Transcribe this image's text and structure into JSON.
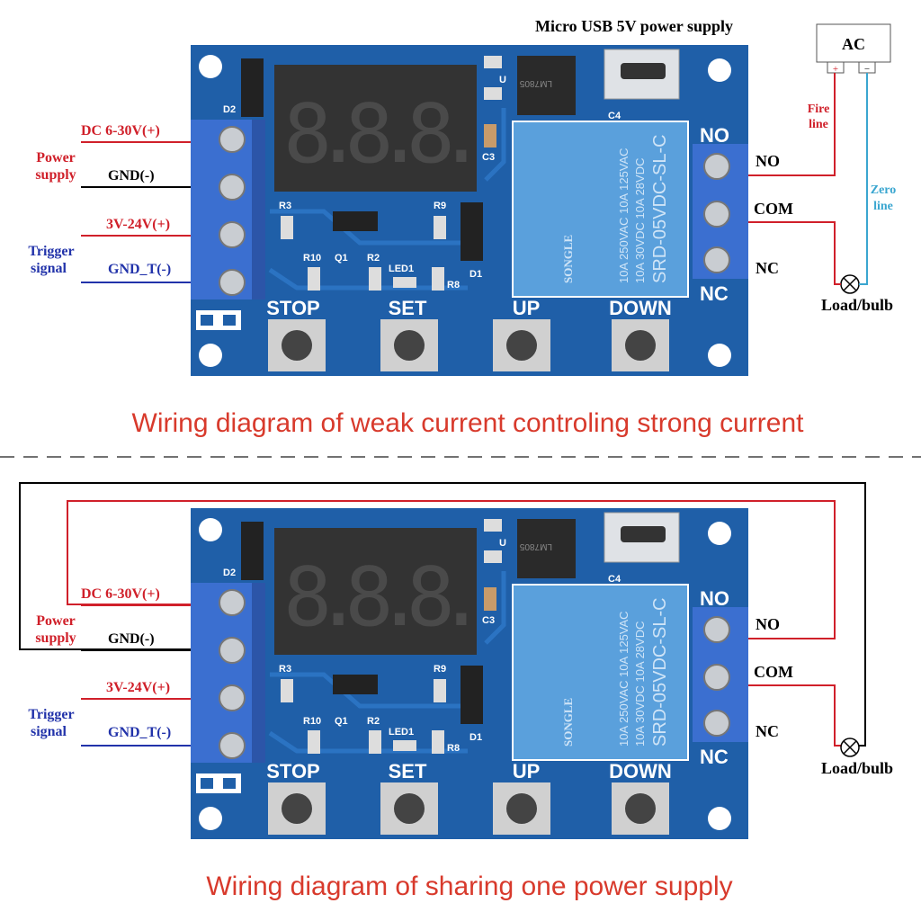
{
  "colors": {
    "red": "#d0202a",
    "blue": "#2233aa",
    "zero_line": "#3aa6d0",
    "caption": "#d83a2c",
    "board": "#1f5fa8",
    "relay": "#5aa0dc"
  },
  "top": {
    "usb_label": "Micro USB 5V power supply",
    "ac_box": "AC",
    "ac_plus": "+",
    "ac_minus": "−",
    "fire_line": [
      "Fire",
      "line"
    ],
    "zero_line": [
      "Zero",
      "line"
    ],
    "caption": "Wiring diagram of weak current controling strong current"
  },
  "left_labels": {
    "dc": "DC 6-30V(+)",
    "gnd": "GND(-)",
    "trig_pos": "3V-24V(+)",
    "gnd_t": "GND_T(-)",
    "power_supply": [
      "Power",
      "supply"
    ],
    "trigger_signal": [
      "Trigger",
      "signal"
    ]
  },
  "right_labels": {
    "no": "NO",
    "com": "COM",
    "nc": "NC",
    "load": "Load/bulb"
  },
  "board": {
    "buttons": [
      "STOP",
      "SET",
      "UP",
      "DOWN"
    ],
    "display": "8.8.8.",
    "relay_brand": "SONGLE",
    "relay_line1": "10A 250VAC 10A 125VAC",
    "relay_line2": "10A  30VDC 10A  28VDC",
    "relay_model": "SRD-05VDC-SL-C",
    "regulator": "LM7805",
    "relay_no": "NO",
    "relay_nc": "NC",
    "components": [
      "D2",
      "C4",
      "C3",
      "R3",
      "R9",
      "D1",
      "R10",
      "Q1",
      "R2",
      "LED1",
      "R8",
      "U"
    ]
  },
  "bottom": {
    "caption": "Wiring diagram of sharing one power supply"
  }
}
